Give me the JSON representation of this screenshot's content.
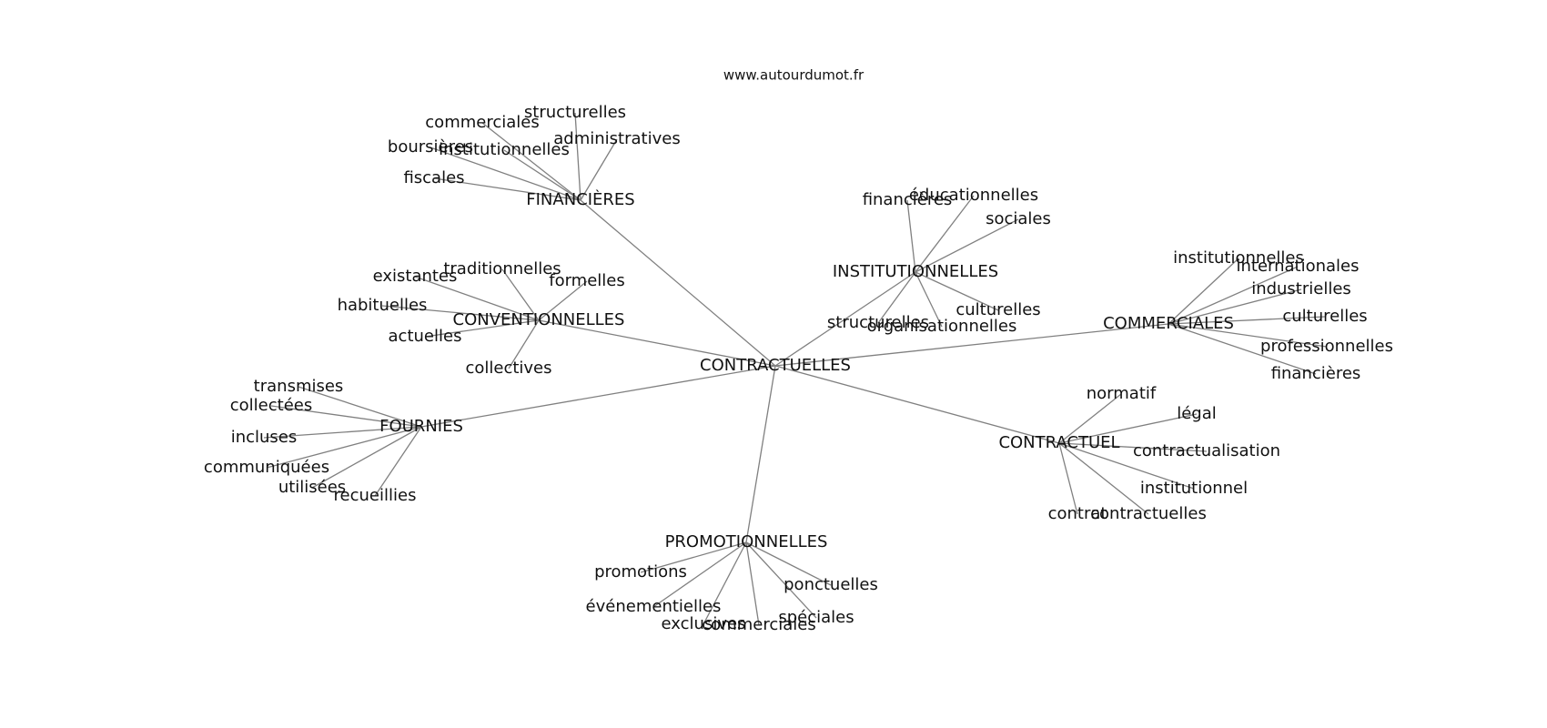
{
  "header": {
    "site": "www.autourdumot.fr"
  },
  "graph": {
    "root": "CONTRACTUELLES",
    "clusters": [
      {
        "label": "FINANCIÈRES",
        "children": [
          "structurelles",
          "administratives",
          "commerciales",
          "boursières",
          "institutionnelles",
          "fiscales"
        ]
      },
      {
        "label": "INSTITUTIONNELLES",
        "children": [
          "financières",
          "éducationnelles",
          "sociales",
          "culturelles",
          "organisationnelles",
          "structurelles"
        ]
      },
      {
        "label": "CONVENTIONNELLES",
        "children": [
          "existantes",
          "traditionnelles",
          "formelles",
          "habituelles",
          "actuelles",
          "collectives"
        ]
      },
      {
        "label": "COMMERCIALES",
        "children": [
          "institutionnelles",
          "internationales",
          "industrielles",
          "culturelles",
          "professionnelles",
          "financières"
        ]
      },
      {
        "label": "FOURNIES",
        "children": [
          "transmises",
          "collectées",
          "incluses",
          "communiquées",
          "utilisées",
          "recueillies"
        ]
      },
      {
        "label": "CONTRACTUEL",
        "children": [
          "normatif",
          "légal",
          "contractualisation",
          "institutionnel",
          "contrat",
          "contractuelles"
        ]
      },
      {
        "label": "PROMOTIONNELLES",
        "children": [
          "promotions",
          "ponctuelles",
          "événementielles",
          "spéciales",
          "exclusives",
          "commerciales"
        ]
      }
    ]
  }
}
